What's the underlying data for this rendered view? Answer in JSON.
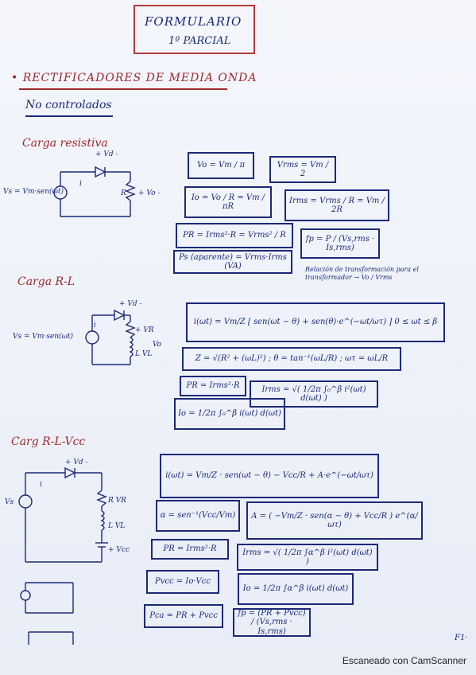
{
  "title": {
    "line1": "FORMULARIO",
    "line2": "1º PARCIAL"
  },
  "heading": "• RECTIFICADORES DE MEDIA ONDA",
  "subheading": "No controlados",
  "sections": {
    "resistive": {
      "title": "Carga resistiva",
      "labels": {
        "vs": "Vs = Vm·sen(ωt)",
        "vd": "+ Vd -",
        "i": "i",
        "r": "R",
        "vo": "+ Vo -"
      },
      "formulas": {
        "vo": "Vo = Vm / π",
        "vrms": "Vrms = Vm / 2",
        "io": "Io = Vo / R = Vm / πR",
        "irms": "Irms = Vrms / R = Vm / 2R",
        "pr": "PR = Irms²·R = Vrms² / R",
        "fp": "fp = P / (Vs,rms · Is,rms)",
        "ps": "Ps (aparente) = Vrms·Irms (VA)"
      },
      "note": "Relación de transformación para el transformador → Vo / Vrms"
    },
    "rl": {
      "title": "Carga R-L",
      "labels": {
        "vs": "Vs = Vm·sen(ωt)",
        "vd": "+ Vd -",
        "i": "i",
        "vr": "+ VR",
        "vl": "L VL",
        "vo": "Vo"
      },
      "formulas": {
        "i": "i(ωt) = Vm/Z [ sen(ωt − θ) + sen(θ)·e^(−ωt/ωτ) ]   0 ≤ ωt ≤ β",
        "z": "Z = √(R² + (ωL)²) ;  θ = tan⁻¹(ωL/R) ;  ωτ = ωL/R",
        "pr": "PR = Irms²·R",
        "irms": "Irms = √( 1/2π ∫₀^β i²(ωt) d(ωt) )",
        "io": "Io = 1/2π ∫₀^β i(ωt) d(ωt)"
      }
    },
    "rlvcc": {
      "title": "Carg R-L-Vcc",
      "labels": {
        "vs": "Vs",
        "vd": "+ Vd -",
        "i": "i",
        "vr": "R VR",
        "vl": "L VL",
        "vcc": "+ Vcc"
      },
      "formulas": {
        "i": "i(ωt) = Vm/Z · sen(ωt − θ) − Vcc/R + A·e^(−ωt/ωτ)",
        "alpha": "α = sen⁻¹(Vcc/Vm)",
        "a": "A = ( −Vm/Z · sen(α − θ) + Vcc/R ) e^(α/ωτ)",
        "pr": "PR = Irms²·R",
        "irms": "Irms = √( 1/2π ∫α^β i²(ωt) d(ωt) )",
        "pvcc": "Pvcc = Io·Vcc",
        "io": "Io = 1/2π ∫α^β i(ωt) d(ωt)",
        "pca": "Pca = PR + Pvcc",
        "fp": "fp = (PR + Pvcc) / (Vs,rms · Is,rms)"
      }
    }
  },
  "page_number": "F1·",
  "footer": "Escaneado con CamScanner"
}
